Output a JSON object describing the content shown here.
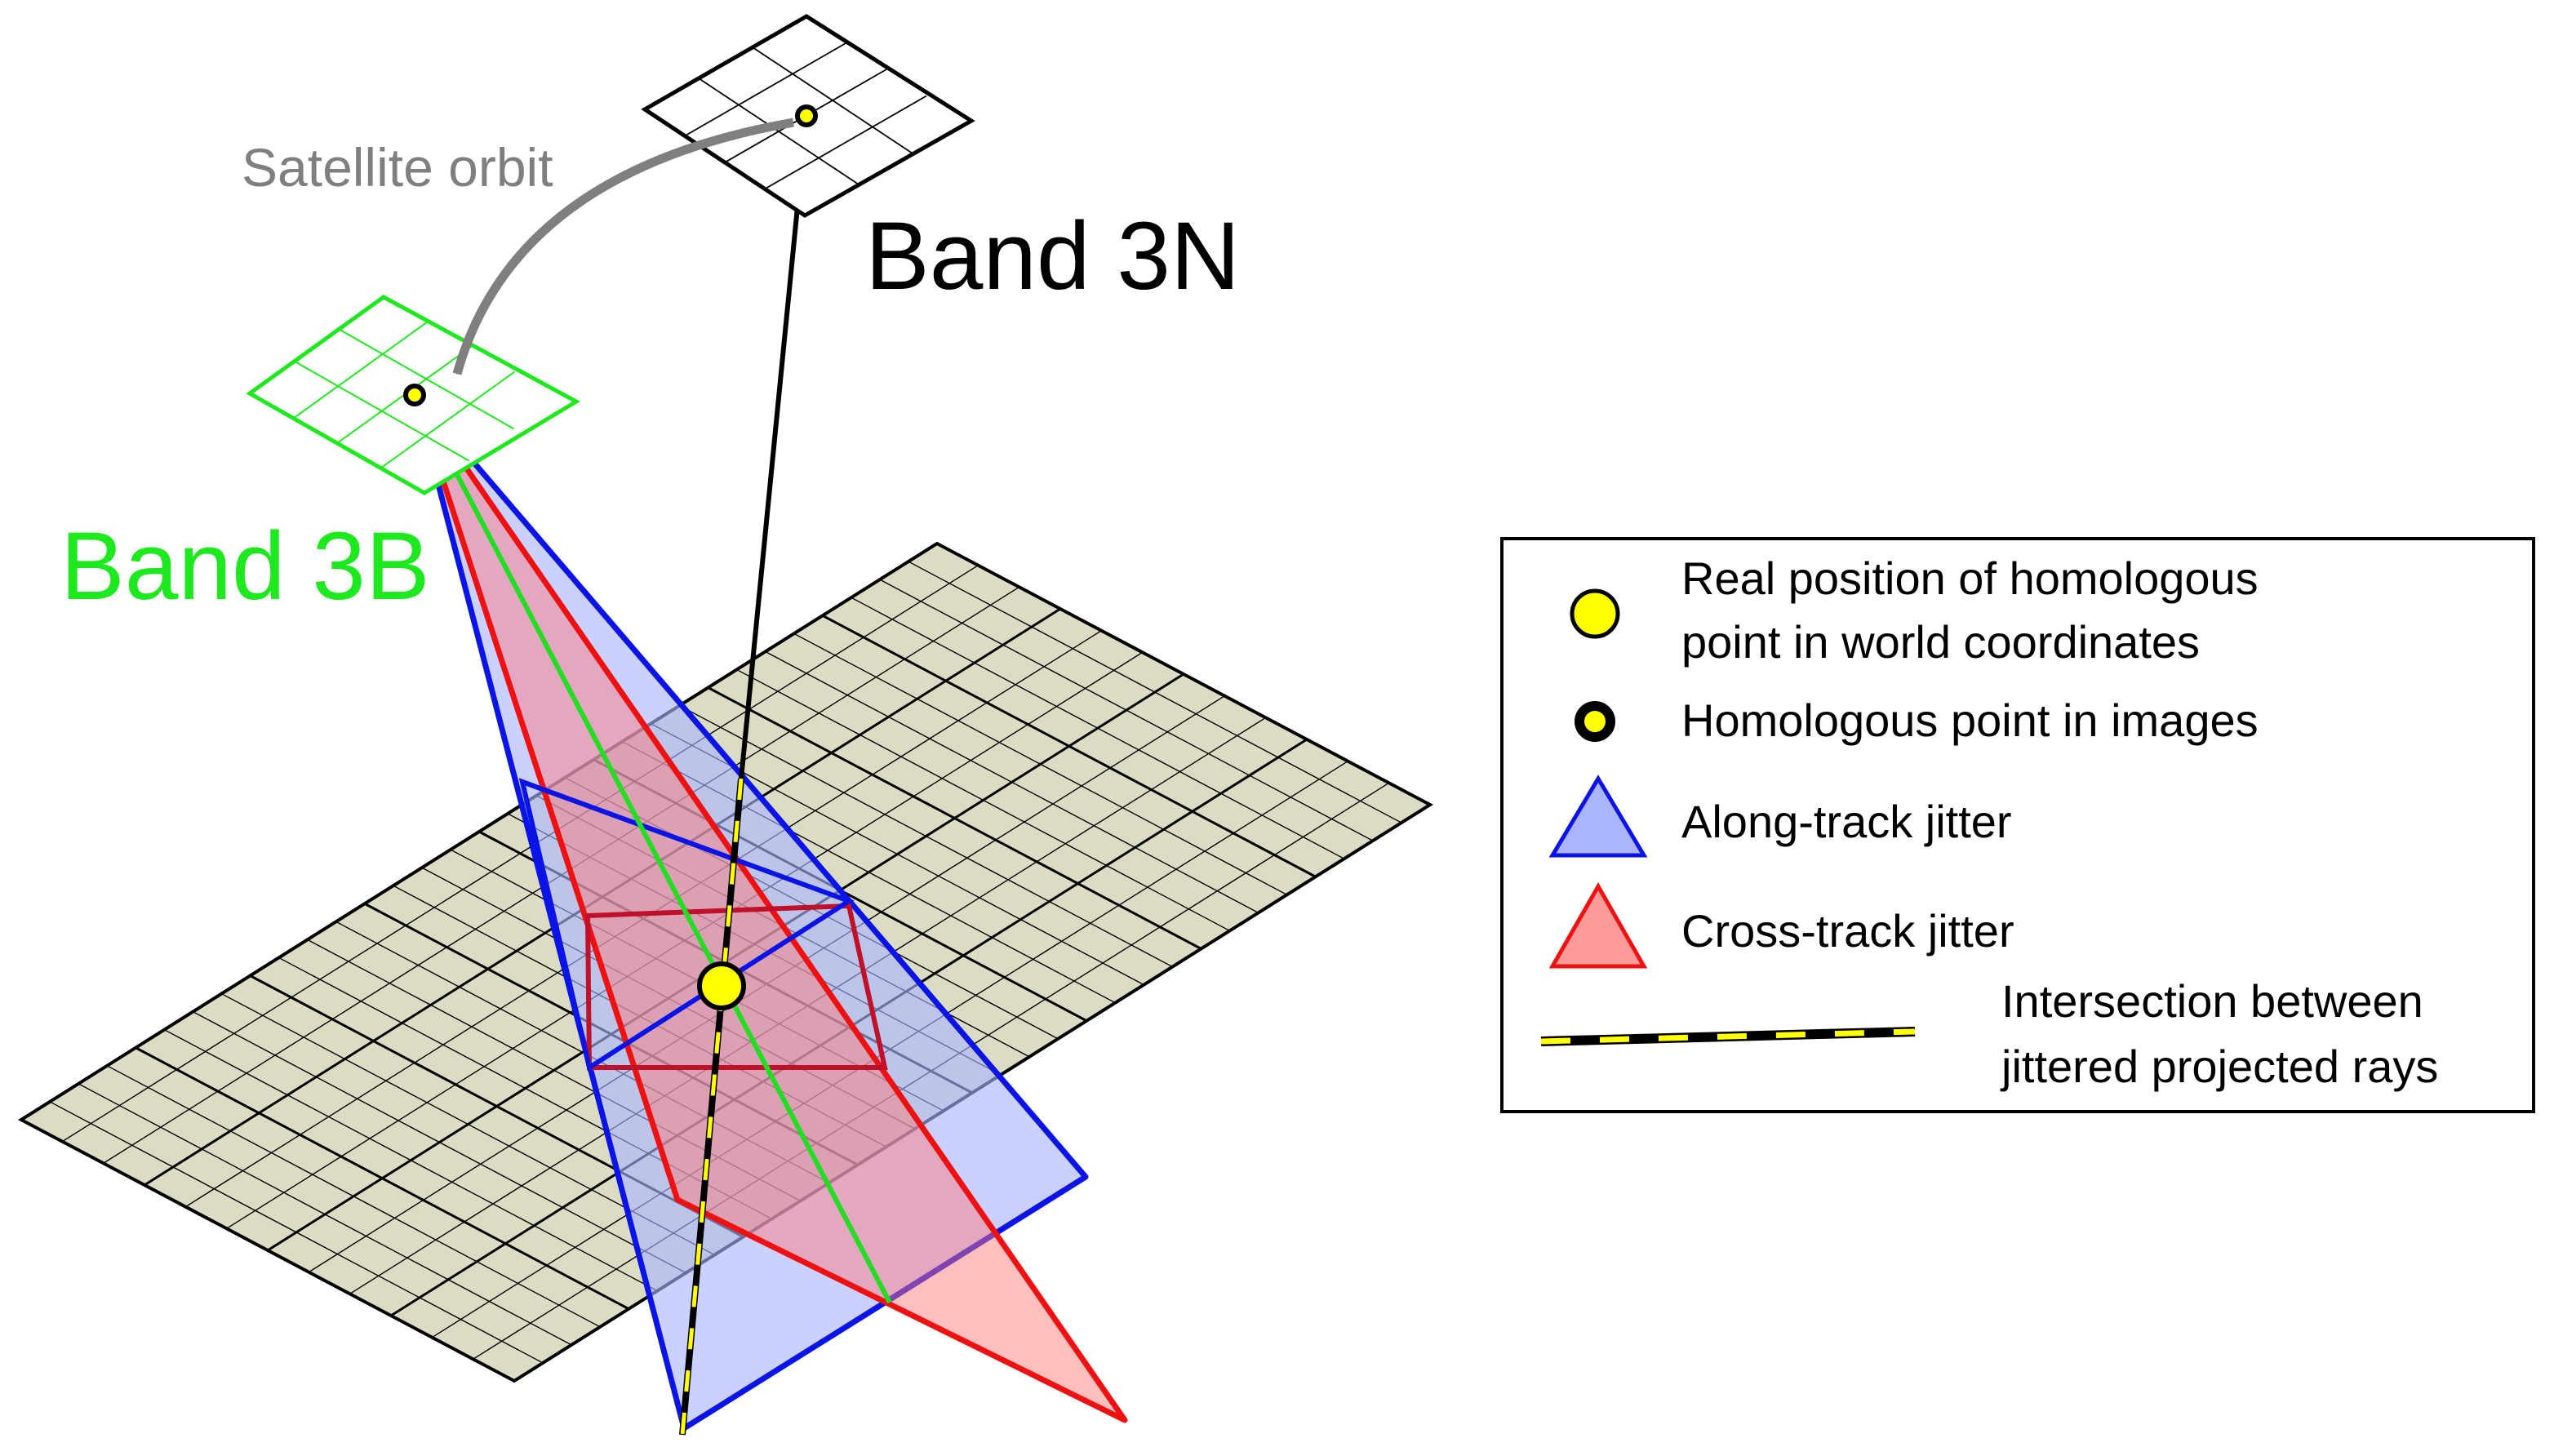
{
  "labels": {
    "satellite_orbit": "Satellite orbit",
    "band_3n": "Band 3N",
    "band_3b": "Band 3B"
  },
  "legend": {
    "items": [
      {
        "lines": [
          "Real position of homologous",
          "point in world coordinates"
        ],
        "symbol": "yellow-circle-icon"
      },
      {
        "lines": [
          "Homologous point in images"
        ],
        "symbol": "black-ring-point-icon"
      },
      {
        "lines": [
          "Along-track jitter"
        ],
        "symbol": "blue-triangle-icon"
      },
      {
        "lines": [
          "Cross-track jitter"
        ],
        "symbol": "red-triangle-icon"
      },
      {
        "lines": [
          "Intersection between",
          "jittered projected rays"
        ],
        "symbol": "dashed-line-icon"
      }
    ]
  },
  "colors": {
    "ground_fill": "#dcdcc4",
    "grid_line": "#000000",
    "band_3b": "#1ee81e",
    "band_3n": "#000000",
    "orbit_arrow": "#7f7f7f",
    "along_track_fill": "#aab4ff",
    "along_track_edge": "#0a14e6",
    "cross_track_fill": "#ff9a9a",
    "cross_track_edge": "#ee1111",
    "point_fill": "#ffff00",
    "ray_green": "#22dd22"
  }
}
